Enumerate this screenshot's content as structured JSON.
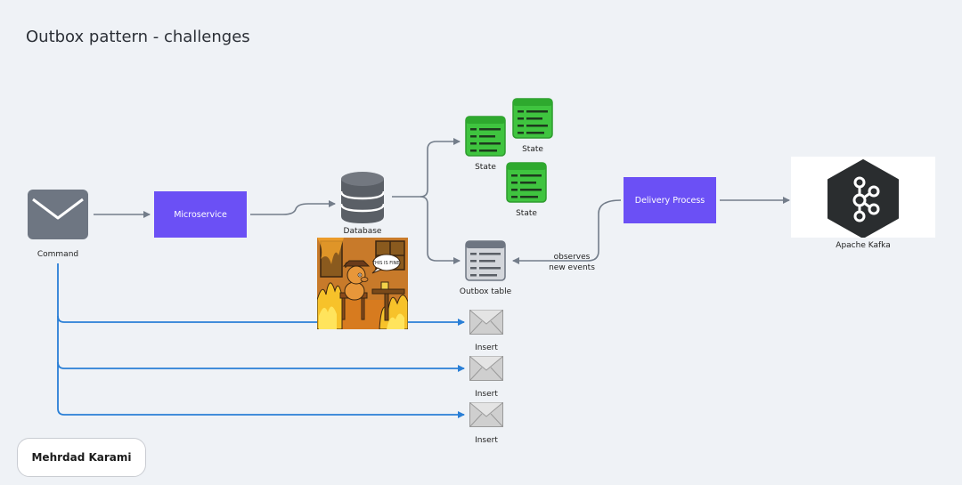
{
  "title": "Outbox pattern - challenges",
  "nodes": {
    "command": "Command",
    "microservice": "Microservice",
    "database": "Database",
    "state_1": "State",
    "state_2": "State",
    "state_3": "State",
    "outbox_table": "Outbox table",
    "observes_line1": "observes",
    "observes_line2": "new events",
    "delivery_process": "Delivery Process",
    "kafka": "Apache Kafka",
    "insert_1": "Insert",
    "insert_2": "Insert",
    "insert_3": "Insert"
  },
  "meme": {
    "speech": "THIS IS FINE."
  },
  "author": "Mehrdad Karami",
  "colors": {
    "background": "#eff2f6",
    "purple": "#6b50f5",
    "green": "#3fc43f",
    "gray_icon": "#6e7682",
    "arrow_gray": "#737d8a",
    "arrow_blue": "#2a7fd6"
  }
}
